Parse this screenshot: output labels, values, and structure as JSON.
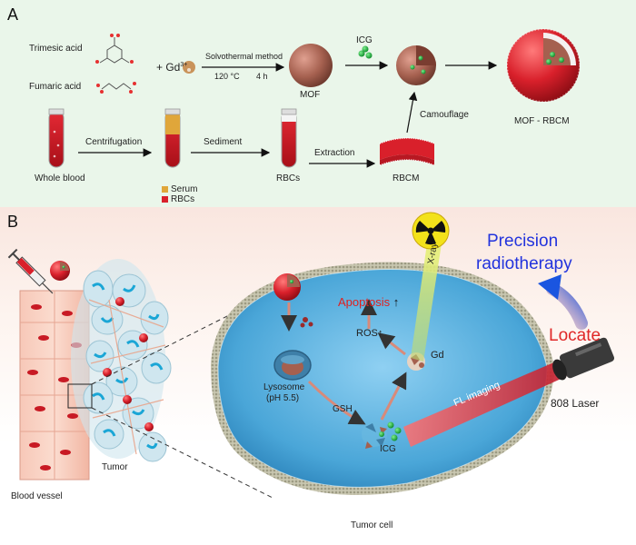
{
  "panel_a": {
    "letter": "A",
    "trimesic_acid": "Trimesic acid",
    "fumaric_acid": "Fumaric acid",
    "gd_prefix": "+ Gd",
    "gd_sup": "3+",
    "solvothermal": "Solvothermal method",
    "temp": "120 °C",
    "time": "4 h",
    "mof": "MOF",
    "icg": "ICG",
    "camouflage": "Camouflage",
    "mof_rbcm": "MOF - RBCM",
    "whole_blood": "Whole blood",
    "centrifugation": "Centrifugation",
    "serum": "Serum",
    "rbcs_legend": "RBCs",
    "sediment": "Sediment",
    "rbcs": "RBCs",
    "extraction": "Extraction",
    "rbcm": "RBCM"
  },
  "panel_b": {
    "letter": "B",
    "tumor": "Tumor",
    "blood_vessel": "Blood vessel",
    "tumor_cell": "Tumor cell",
    "lysosome": "Lysosome",
    "ph": "(pH 5.5)",
    "gsh": "GSH",
    "icg": "ICG",
    "apoptosis": "Apoptosis",
    "ros": "ROS",
    "gd": "Gd",
    "xray": "X-ray",
    "fl_imaging": "FL imaging",
    "laser": "808 Laser",
    "locate": "Locate",
    "precision_1": "Precision",
    "precision_2": "radiotherapy"
  },
  "colors": {
    "panel_a_bg": "#eaf6ea",
    "blood_red": "#d9202b",
    "serum_yellow": "#e0a63a",
    "mof_brown": "#a5604f",
    "icg_green": "#1fae3c",
    "cell_blue": "#4aa6d8",
    "apoptosis_red": "#e02020",
    "precision_blue": "#2233dd",
    "locate_red": "#e02828"
  }
}
